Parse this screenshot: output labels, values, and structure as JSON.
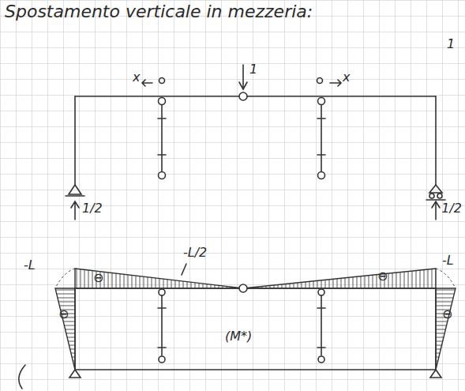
{
  "diagram": {
    "title": "Spostamento verticale in mezzeria:",
    "labels": [
      "1",
      "x",
      "x",
      "1",
      "1/2",
      "1/2",
      "-L",
      "-L/2",
      "-L",
      "⊖",
      "⊖",
      "⊖",
      "⊖",
      "(M*)"
    ]
  }
}
